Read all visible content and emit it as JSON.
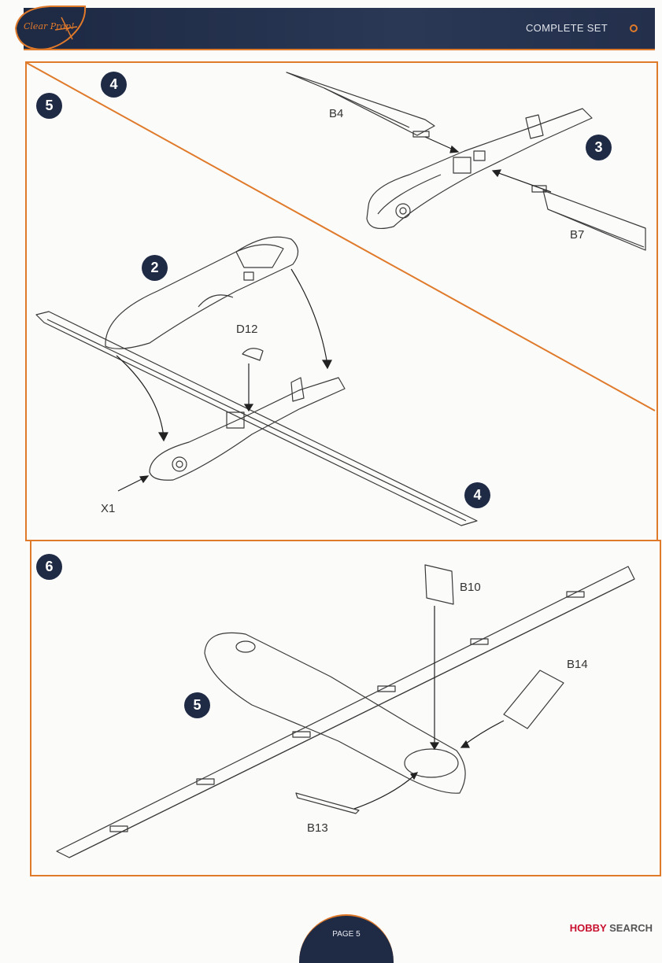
{
  "header": {
    "title": "COMPLETE SET",
    "logo_text": "Clear Prop!"
  },
  "steps": {
    "step4_top": "4",
    "step5_top": "5",
    "step3": "3",
    "step2": "2",
    "step4_bottom": "4",
    "step6": "6",
    "step5_bottom": "5"
  },
  "parts": {
    "b4": "B4",
    "b7": "B7",
    "d12": "D12",
    "x1": "X1",
    "b10": "B10",
    "b14": "B14",
    "b13": "B13"
  },
  "footer": {
    "page": "PAGE 5",
    "watermark_prefix": "HOBBY",
    "watermark_suffix": "SEARCH"
  },
  "colors": {
    "accent": "#e07a2b",
    "navy": "#1f2a44"
  }
}
